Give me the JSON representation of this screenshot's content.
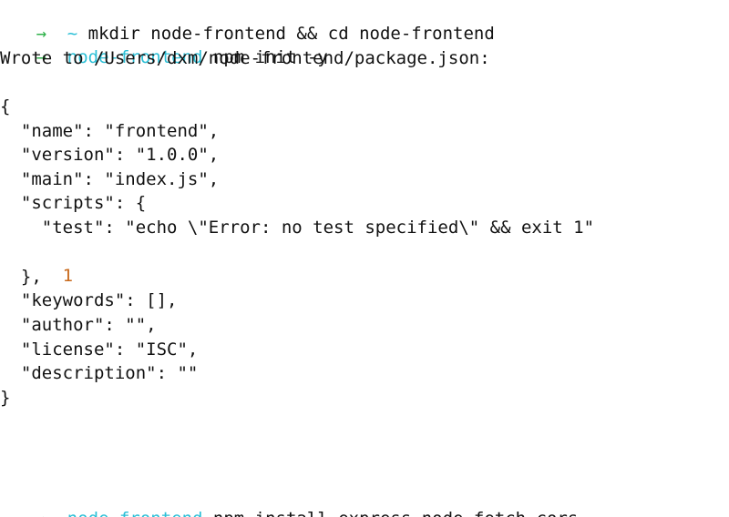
{
  "colors": {
    "prompt_arrow": "#2fb14a",
    "cwd": "#2bbfd6",
    "highlight_number": "#c8691b",
    "text": "#111111",
    "background": "#ffffff"
  },
  "prompt": {
    "arrow_icon": "right-arrow-icon"
  },
  "commands": {
    "c1": {
      "cwd": "~",
      "text": " mkdir node-frontend && cd node-frontend"
    },
    "c2": {
      "cwd": "node-frontend",
      "text": " npm init -y"
    },
    "c3": {
      "cwd": "node-frontend",
      "text": " npm install express node-fetch cors"
    }
  },
  "output": {
    "wrote": "Wrote to /Users/dxm/node-frontend/package.json:",
    "open_brace": "{",
    "name": "  \"name\": \"frontend\",",
    "version": "  \"version\": \"1.0.0\",",
    "main": "  \"main\": \"index.js\",",
    "scripts": "  \"scripts\": {",
    "test": "    \"test\": \"echo \\\"Error: no test specified\\\" && exit 1\"",
    "one_indent": "  ",
    "one": "1",
    "scripts_close": "  },",
    "keywords": "  \"keywords\": [],",
    "author": "  \"author\": \"\",",
    "license": "  \"license\": \"ISC\",",
    "description": "  \"description\": \"\"",
    "close_brace": "}"
  }
}
